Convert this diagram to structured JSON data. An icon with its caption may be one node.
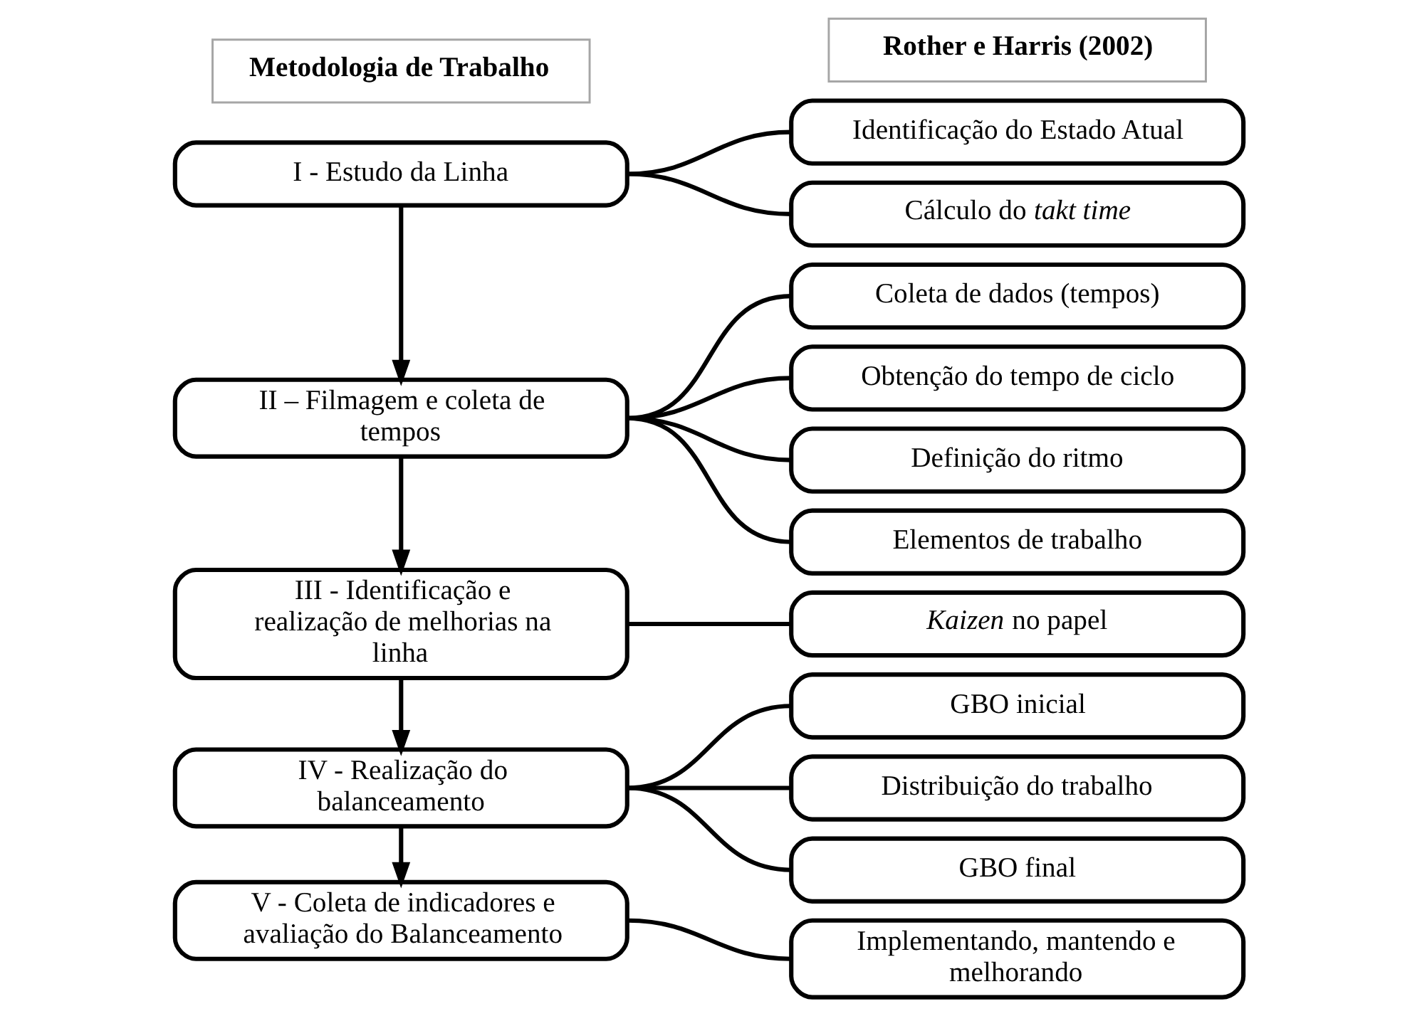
{
  "diagram": {
    "nodes": [
      {
        "text": [
          "Metodologia de Trabalho"
        ]
      },
      {
        "text": [
          "Rother e Harris (2002)"
        ]
      },
      {
        "text": [
          "I - Estudo da Linha"
        ]
      },
      {
        "text": [
          "II – Filmagem e coleta de tempos"
        ]
      },
      {
        "text": [
          "III - Identificação e realização de melhorias na linha"
        ]
      },
      {
        "text": [
          "IV - Realização do balanceamento"
        ]
      },
      {
        "text": [
          "V - Coleta de indicadores e avaliação do Balanceamento"
        ]
      },
      {
        "text": [
          "Identificação do Estado Atual"
        ]
      },
      {
        "text": [
          "Cálculo do *takt time*"
        ]
      },
      {
        "text": [
          "Coleta de dados (tempos)"
        ]
      },
      {
        "text": [
          "Obtenção do tempo de ciclo"
        ]
      },
      {
        "text": [
          "Definição do ritmo"
        ]
      },
      {
        "text": [
          "Elementos de trabalho"
        ]
      },
      {
        "text": [
          "*Kaizen* no papel"
        ]
      },
      {
        "text": [
          "GBO inicial"
        ]
      },
      {
        "text": [
          "Distribuição do trabalho"
        ]
      },
      {
        "text": [
          "GBO final"
        ]
      },
      {
        "text": [
          "Implementando, mantendo e melhorando"
        ]
      }
    ],
    "edges": [
      {
        "from": 2,
        "to": 3,
        "arrow": "to"
      },
      {
        "from": 3,
        "to": 4,
        "arrow": "to"
      },
      {
        "from": 4,
        "to": 5,
        "arrow": "to"
      },
      {
        "from": 5,
        "to": 6,
        "arrow": "to"
      },
      {
        "from": 2,
        "to": 7,
        "arrow": "none"
      },
      {
        "from": 2,
        "to": 8,
        "arrow": "none"
      },
      {
        "from": 3,
        "to": 9,
        "arrow": "none"
      },
      {
        "from": 3,
        "to": 10,
        "arrow": "none"
      },
      {
        "from": 3,
        "to": 11,
        "arrow": "none"
      },
      {
        "from": 3,
        "to": 12,
        "arrow": "none"
      },
      {
        "from": 4,
        "to": 13,
        "arrow": "none"
      },
      {
        "from": 5,
        "to": 14,
        "arrow": "none"
      },
      {
        "from": 5,
        "to": 15,
        "arrow": "none"
      },
      {
        "from": 5,
        "to": 16,
        "arrow": "none"
      },
      {
        "from": 6,
        "to": 17,
        "arrow": "none"
      }
    ]
  }
}
